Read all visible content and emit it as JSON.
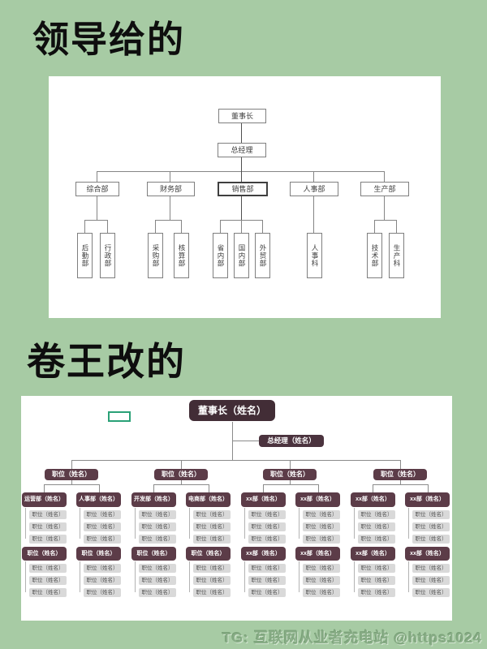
{
  "page": {
    "section1_title": "领导给的",
    "section2_title": "卷王改的",
    "watermark": "TG: 互联网从业者充电站 @https1024"
  },
  "colors": {
    "background": "#a7cba4",
    "dark_node": "#5c3c48",
    "dark_node_top": "#422d36",
    "gray_node": "#d9d9d9",
    "selection_rect_border": "#2aa177",
    "chart1_line": "#858585"
  },
  "chart1": {
    "root": "董事长",
    "gm": "总经理",
    "departments": [
      "综合部",
      "财务部",
      "销售部",
      "人事部",
      "生产部"
    ],
    "sub_departments": [
      "后勤部",
      "行政部",
      "采购部",
      "核算部",
      "省内部",
      "国内部",
      "外贸部",
      "人事科",
      "技术部",
      "生产科"
    ]
  },
  "chart2": {
    "root": "董事长（姓名）",
    "gm": "总经理（姓名）",
    "positions": [
      "职位（姓名）",
      "职位（姓名）",
      "职位（姓名）",
      "职位（姓名）"
    ],
    "dept_row1": [
      "运营部（姓名）",
      "人事部（姓名）",
      "开发部（姓名）",
      "电商部（姓名）",
      "xx部（姓名）",
      "xx部（姓名）",
      "xx部（姓名）",
      "xx部（姓名）"
    ],
    "dept_row2": [
      "职位（姓名）",
      "职位（姓名）",
      "职位（姓名）",
      "职位（姓名）",
      "xx部（姓名）",
      "xx部（姓名）",
      "xx部（姓名）",
      "xx部（姓名）"
    ],
    "position_label": "职位（姓名）"
  }
}
